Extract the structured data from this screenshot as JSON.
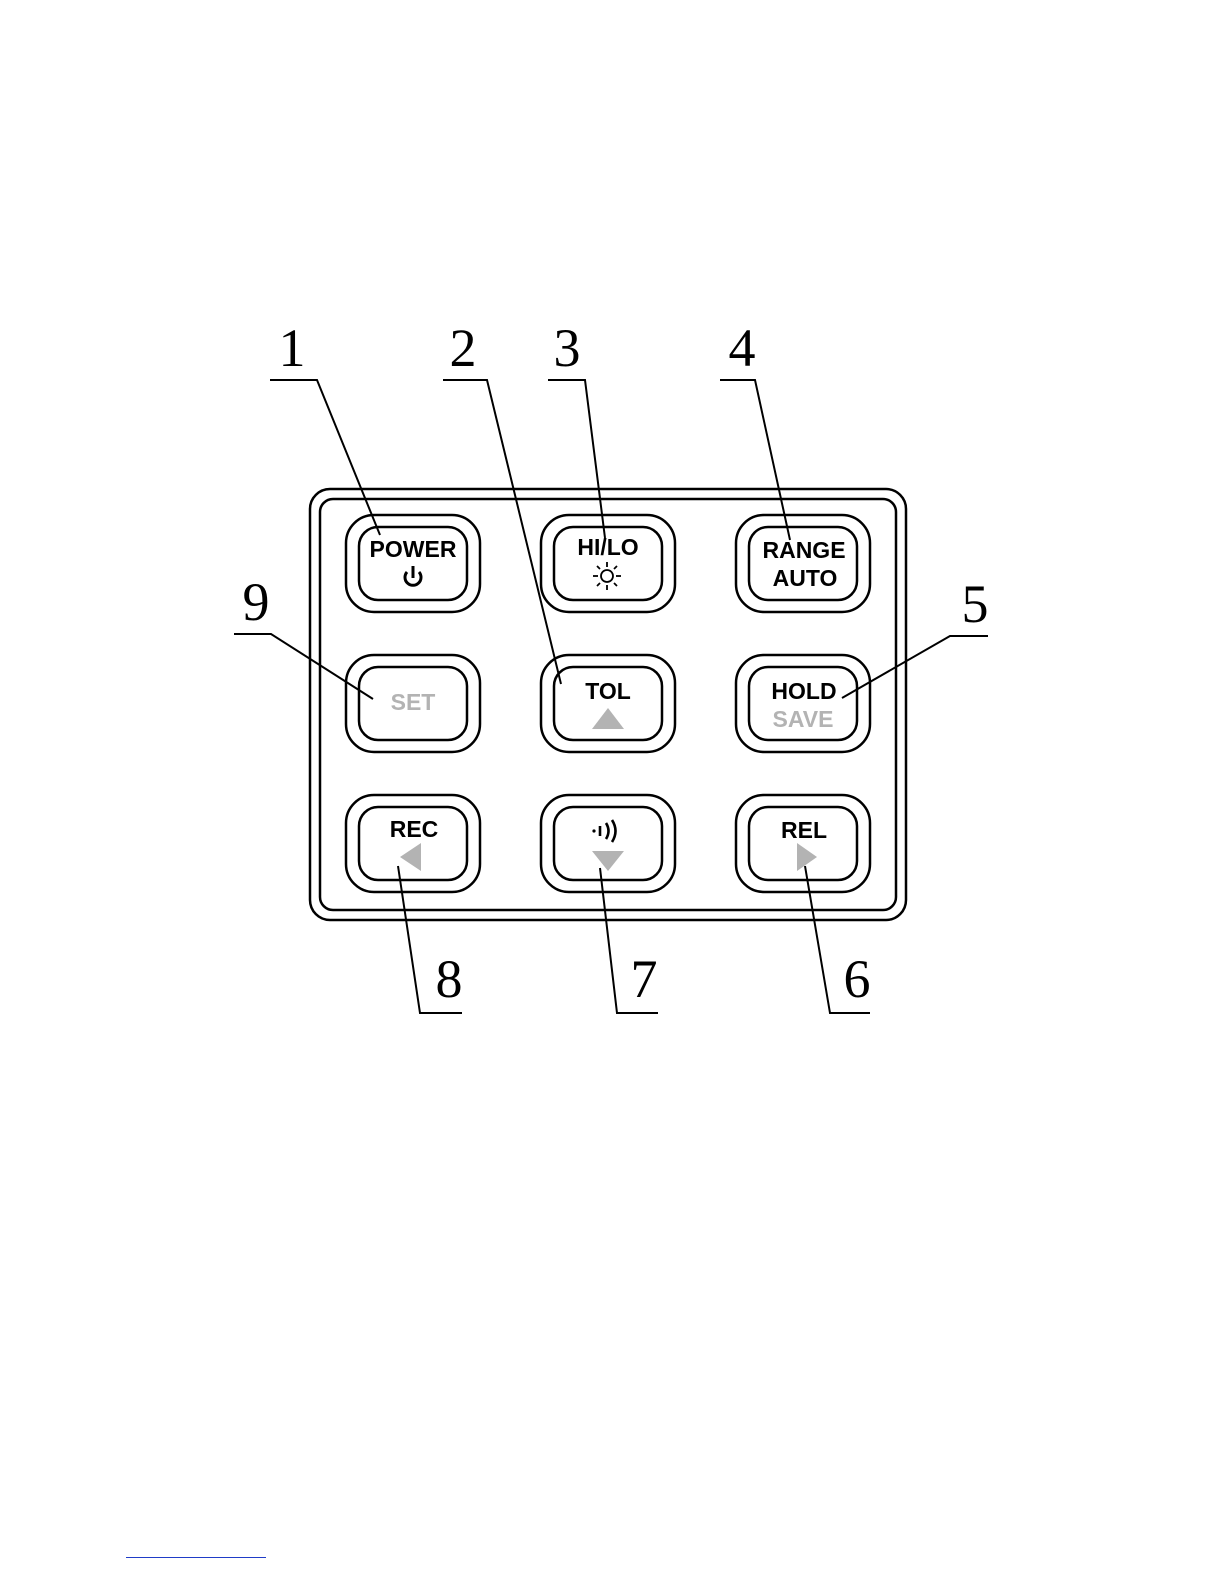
{
  "colors": {
    "ink": "#000000",
    "gray": "#b3b3b3",
    "footer_rule": "#1f3cc7"
  },
  "buttons": [
    {
      "id": "power",
      "line1": "POWER",
      "line1_color": "ink",
      "icon": "power-icon"
    },
    {
      "id": "hilo",
      "line1": "HI/LO",
      "line1_color": "ink",
      "icon": "sun-icon"
    },
    {
      "id": "range",
      "line1": "RANGE",
      "line1_color": "ink",
      "line2": "AUTO",
      "line2_color": "ink"
    },
    {
      "id": "set",
      "line1": "SET",
      "line1_color": "gray"
    },
    {
      "id": "tol",
      "line1": "TOL",
      "line1_color": "ink",
      "icon": "triangle-up-icon"
    },
    {
      "id": "hold",
      "line1": "HOLD",
      "line1_color": "ink",
      "line2": "SAVE",
      "line2_color": "gray"
    },
    {
      "id": "rec",
      "line1": "REC",
      "line1_color": "ink",
      "icon": "triangle-left-icon"
    },
    {
      "id": "beep",
      "icon_top": "speaker-icon",
      "icon": "triangle-down-icon"
    },
    {
      "id": "rel",
      "line1": "REL",
      "line1_color": "ink",
      "icon": "triangle-right-icon"
    }
  ],
  "callouts": [
    {
      "label": "1",
      "target": "power"
    },
    {
      "label": "2",
      "target": "tol"
    },
    {
      "label": "3",
      "target": "hilo"
    },
    {
      "label": "4",
      "target": "range"
    },
    {
      "label": "5",
      "target": "hold"
    },
    {
      "label": "6",
      "target": "rel"
    },
    {
      "label": "7",
      "target": "beep"
    },
    {
      "label": "8",
      "target": "rec"
    },
    {
      "label": "9",
      "target": "set"
    }
  ]
}
